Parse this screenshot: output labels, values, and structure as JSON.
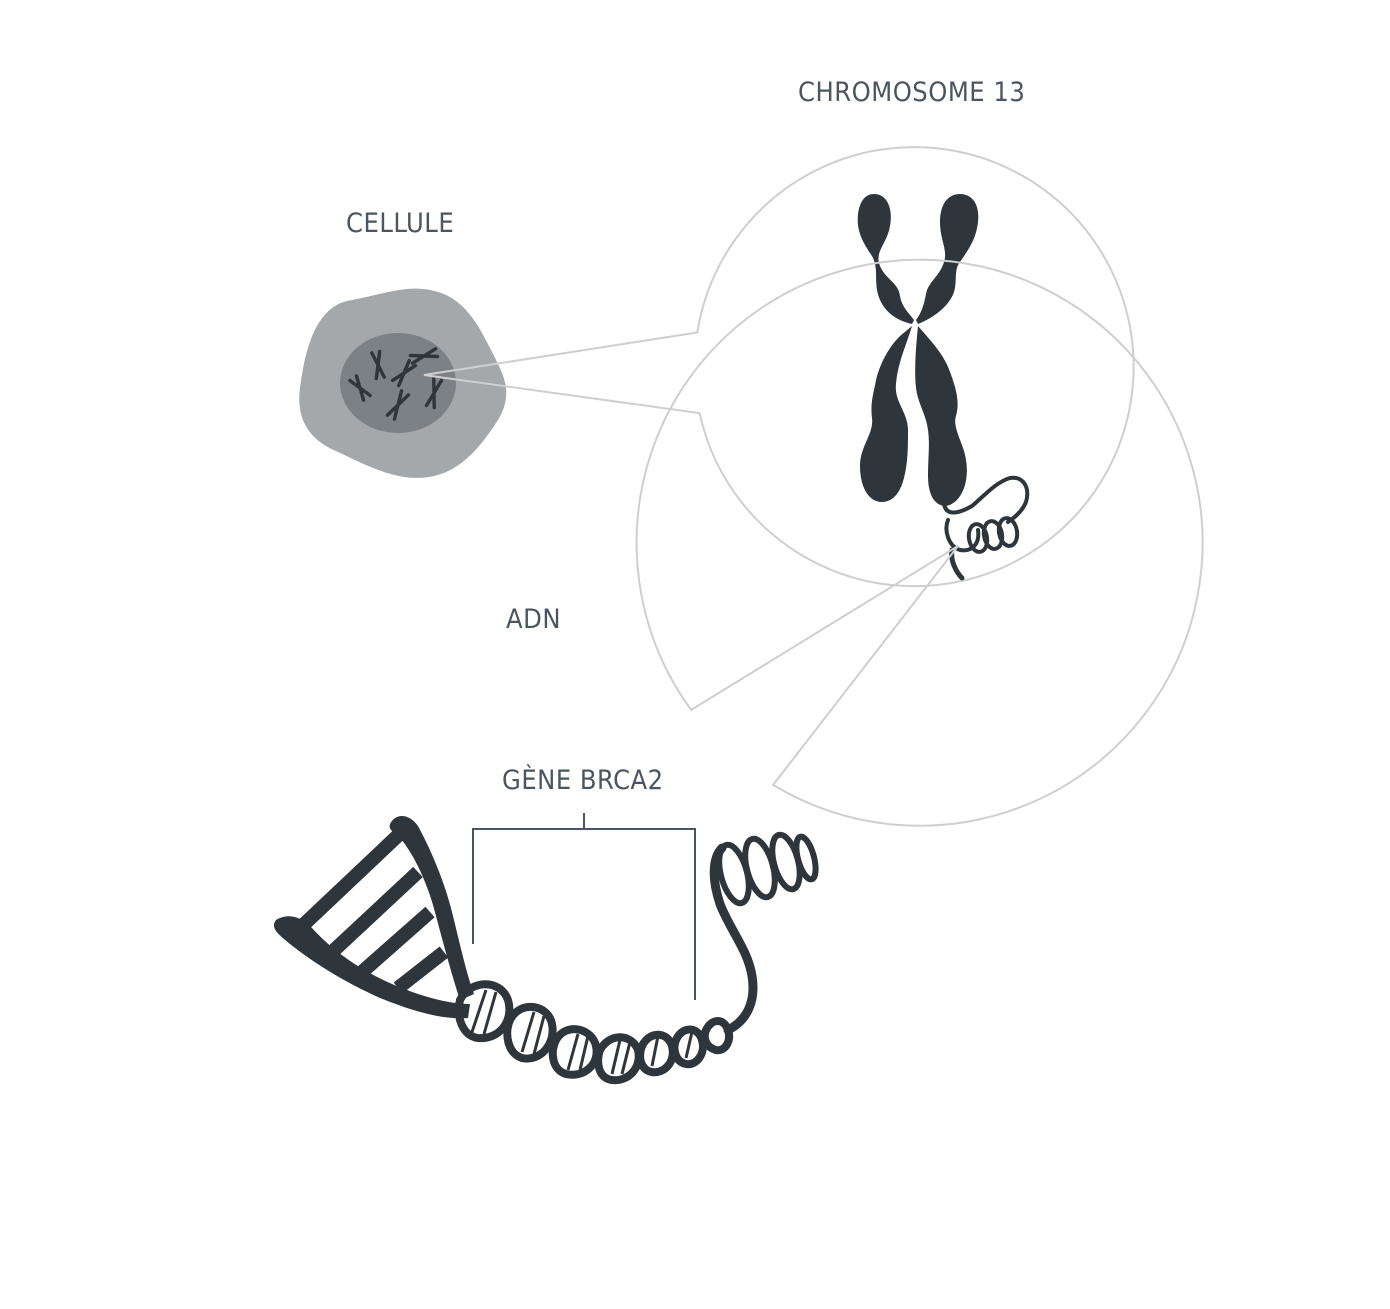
{
  "labels": {
    "cell": "CELLULE",
    "chromosome": "CHROMOSOME 13",
    "dna": "ADN",
    "gene": "GÈNE BRCA2"
  },
  "colors": {
    "text": "#4a5560",
    "ink": "#2f363b",
    "cell_body": "#a4a8ab",
    "nucleus": "#7c8185",
    "callout_line": "#cfcfcf"
  }
}
